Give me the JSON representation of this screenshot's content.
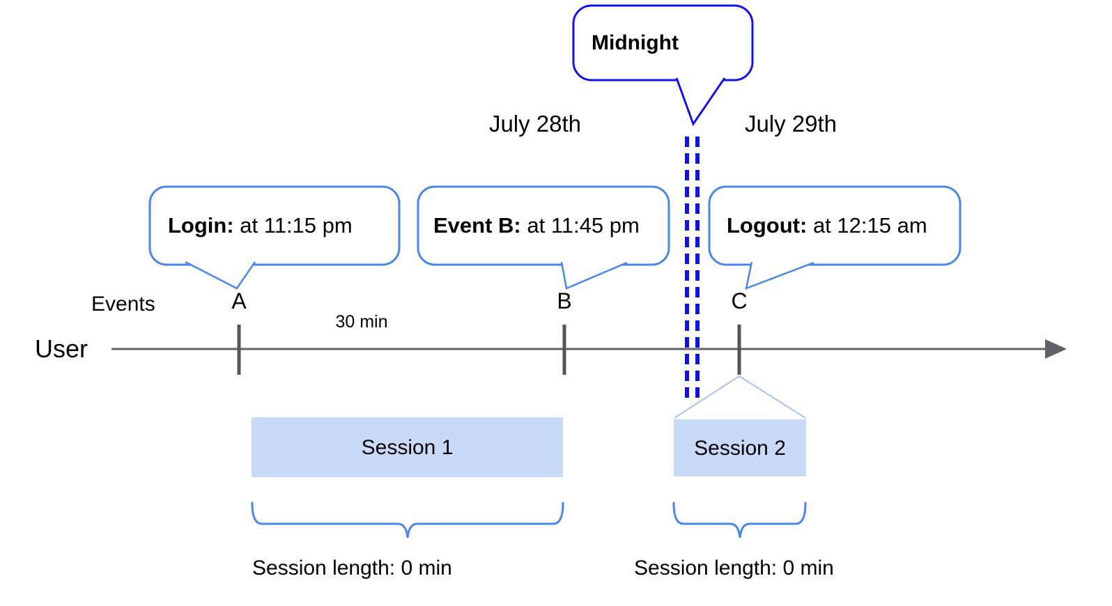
{
  "colors": {
    "callout_border_blue": "#4a86e8",
    "midnight_blue": "#1212e6",
    "session_fill_blue": "#c9daf8",
    "connector_light_blue": "#a4c2f4",
    "timeline_gray": "#5f6368"
  },
  "dates": {
    "before_midnight": "July 28th",
    "after_midnight": "July 29th"
  },
  "midnight_callout": {
    "label": "Midnight"
  },
  "event_callouts": [
    {
      "bold": "Login:",
      "rest": " at 11:15 pm"
    },
    {
      "bold": "Event B:",
      "rest": " at 11:45 pm"
    },
    {
      "bold": "Logout:",
      "rest": " at 12:15 am"
    }
  ],
  "timeline": {
    "axis_label": "User",
    "events_label": "Events",
    "interval_label": "30 min",
    "markers": [
      "A",
      "B",
      "C"
    ]
  },
  "sessions": [
    {
      "label": "Session 1",
      "length_label": "Session length: 0 min"
    },
    {
      "label": "Session 2",
      "length_label": "Session length: 0 min"
    }
  ]
}
